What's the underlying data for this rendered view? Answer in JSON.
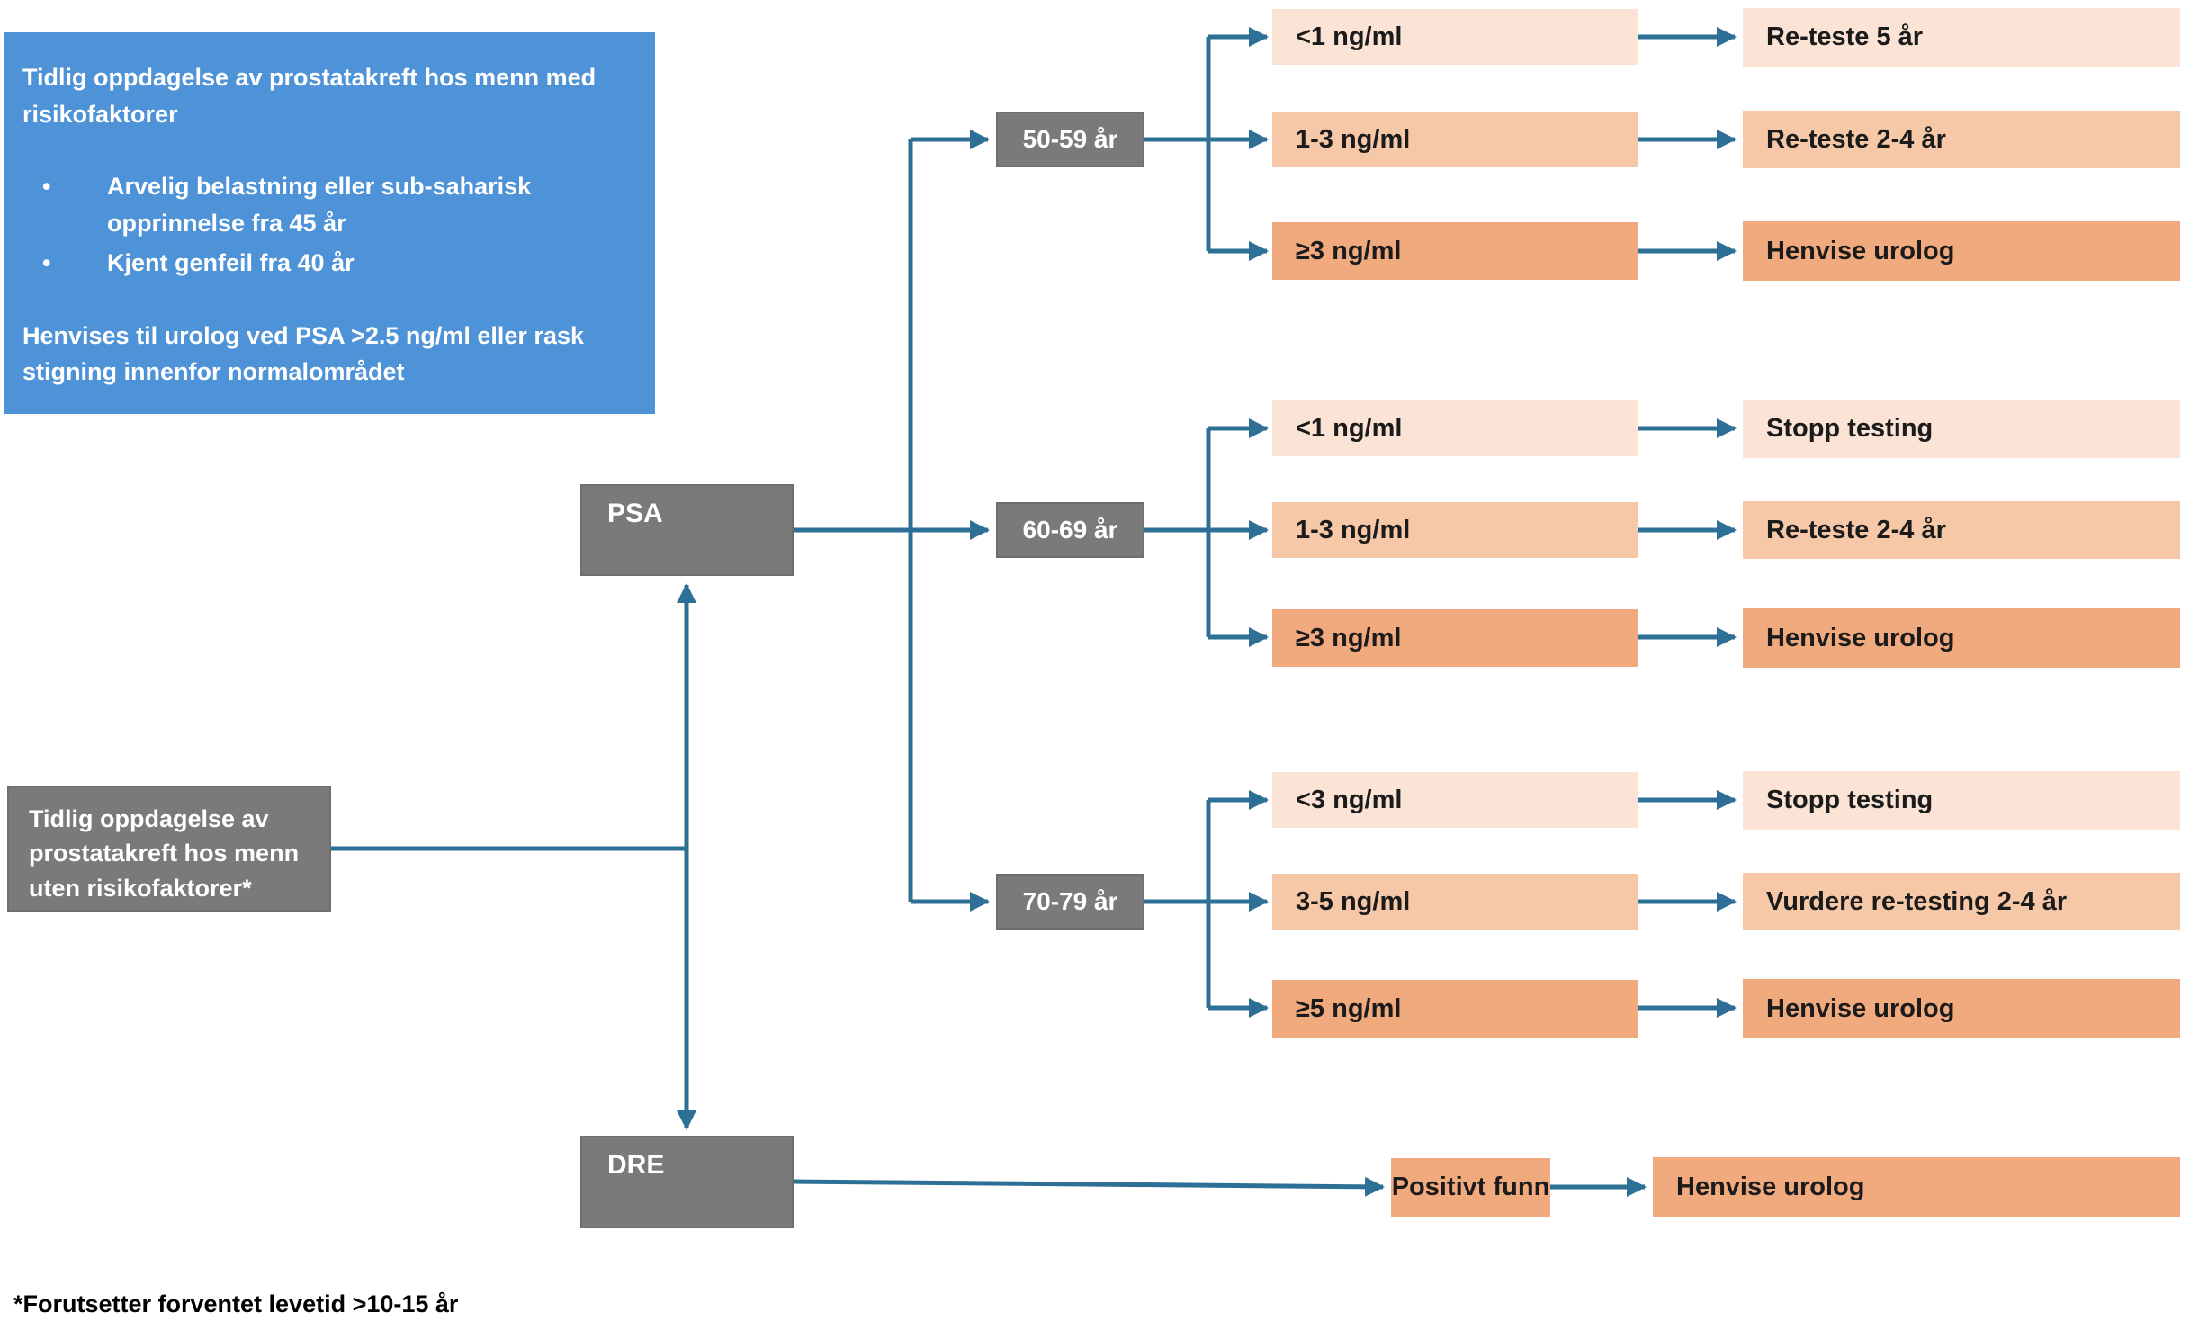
{
  "colors": {
    "blue": "#4E93D8",
    "gray": "#7A7A7A",
    "peach_light": "#FBE3D5",
    "peach_medium": "#F6C8A8",
    "peach_dark": "#F1A97E",
    "connector": "#2E6F95"
  },
  "info_box": {
    "title": "Tidlig oppdagelse av prostatakreft hos menn med risikofaktorer",
    "bullets": [
      "Arvelig belastning eller sub-saharisk opprinnelse  fra 45 år",
      "Kjent genfeil fra 40 år"
    ],
    "note": "Henvises til urolog ved PSA >2.5 ng/ml eller rask stigning innenfor normalområdet"
  },
  "root_box": {
    "label": "Tidlig oppdagelse av prostatakreft hos menn uten risikofaktorer*"
  },
  "psa_box": {
    "label": "PSA"
  },
  "dre_box": {
    "label": "DRE"
  },
  "branches": [
    {
      "age_group": "50-59 år",
      "rows": [
        {
          "psa_level": "<1 ng/ml",
          "action": "Re-teste 5 år",
          "shade": "light"
        },
        {
          "psa_level": "1-3 ng/ml",
          "action": "Re-teste 2-4 år",
          "shade": "medium"
        },
        {
          "psa_level": "≥3 ng/ml",
          "action": "Henvise urolog",
          "shade": "dark"
        }
      ]
    },
    {
      "age_group": "60-69 år",
      "rows": [
        {
          "psa_level": "<1 ng/ml",
          "action": "Stopp testing",
          "shade": "light"
        },
        {
          "psa_level": "1-3 ng/ml",
          "action": "Re-teste 2-4 år",
          "shade": "medium"
        },
        {
          "psa_level": "≥3 ng/ml",
          "action": "Henvise urolog",
          "shade": "dark"
        }
      ]
    },
    {
      "age_group": "70-79 år",
      "rows": [
        {
          "psa_level": "<3 ng/ml",
          "action": "Stopp testing",
          "shade": "light"
        },
        {
          "psa_level": "3-5 ng/ml",
          "action": "Vurdere re-testing 2-4 år",
          "shade": "medium"
        },
        {
          "psa_level": "≥5 ng/ml",
          "action": "Henvise urolog",
          "shade": "dark"
        }
      ]
    }
  ],
  "dre_branch": {
    "finding": "Positivt funn",
    "action": "Henvise urolog",
    "shade": "dark"
  },
  "footnote": "*Forutsetter forventet levetid >10-15 år"
}
